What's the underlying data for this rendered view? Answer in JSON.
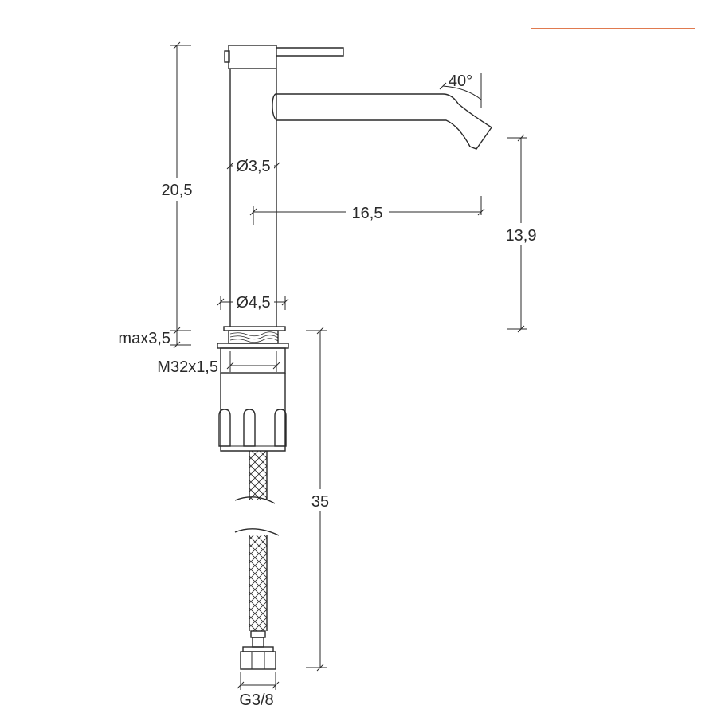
{
  "labels": {
    "height_total": "20,5",
    "spout_angle": "40°",
    "spout_reach": "16,5",
    "spout_height": "13,9",
    "body_diameter_upper": "Ø3,5",
    "body_diameter_lower": "Ø4,5",
    "max_deck_thickness": "max3,5",
    "thread_size": "M32x1,5",
    "hose_length": "35",
    "hose_connection": "G3/8"
  },
  "colors": {
    "line": "#2a2a2a",
    "accent": "#e07a4f"
  }
}
